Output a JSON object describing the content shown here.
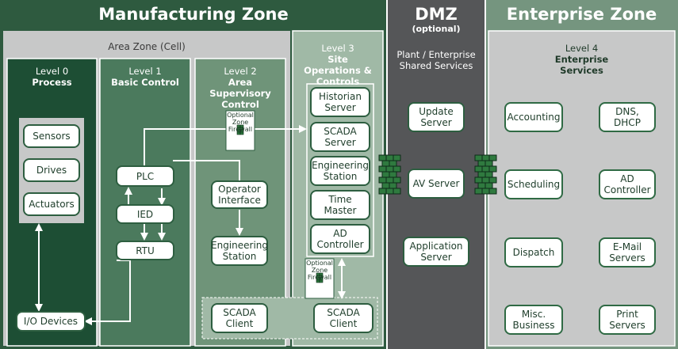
{
  "zones": {
    "manufacturing": "Manufacturing Zone",
    "dmz_title": "DMZ",
    "dmz_optional": "(optional)",
    "enterprise": "Enterprise Zone",
    "area_zone": "Area Zone (Cell)"
  },
  "levels": {
    "l0": {
      "num": "Level 0",
      "name": "Process"
    },
    "l1": {
      "num": "Level 1",
      "name": "Basic Control"
    },
    "l2": {
      "num": "Level 2",
      "name": "Area Supervisory Control"
    },
    "l3": {
      "num": "Level 3",
      "name": "Site Operations & Controls"
    },
    "dmz": {
      "desc": "Plant / Enterprise Shared Services"
    },
    "l4": {
      "num": "Level 4",
      "name": "Enterprise Services"
    }
  },
  "level0": {
    "sensors": "Sensors",
    "drives": "Drives",
    "actuators": "Actuators",
    "io": "I/O Devices"
  },
  "level1": {
    "plc": "PLC",
    "ied": "IED",
    "rtu": "RTU"
  },
  "level2": {
    "operator": "Operator Interface",
    "engineering": "Engineering Station"
  },
  "level3": {
    "historian": "Historian Server",
    "scada_server": "SCADA Server",
    "eng_station": "Engineering Station",
    "time_master": "Time Master",
    "ad_controller": "AD Controller"
  },
  "scada_clients": {
    "left": "SCADA Client",
    "right": "SCADA Client"
  },
  "firewalls": {
    "top": "Optional Zone Firewall",
    "bottom": "Optional Zone Firewall"
  },
  "dmz_services": {
    "update": "Update Server",
    "av": "AV Server",
    "app": "Application Server"
  },
  "enterprise_services": {
    "accounting": "Accounting",
    "dns": "DNS, DHCP",
    "scheduling": "Scheduling",
    "ad": "AD Controller",
    "dispatch": "Dispatch",
    "email": "E-Mail Servers",
    "misc": "Misc. Business",
    "print": "Print Servers"
  },
  "colors": {
    "manufacturing": "#2e5a3f",
    "area_zone": "#c7c8c8",
    "level0": "#1d4e34",
    "level1": "#4b7a5d",
    "level2": "#6f9479",
    "level3": "#a0b9a6",
    "dmz": "#555658",
    "enterprise": "#75957f",
    "firewall": "#2f7a3f"
  }
}
